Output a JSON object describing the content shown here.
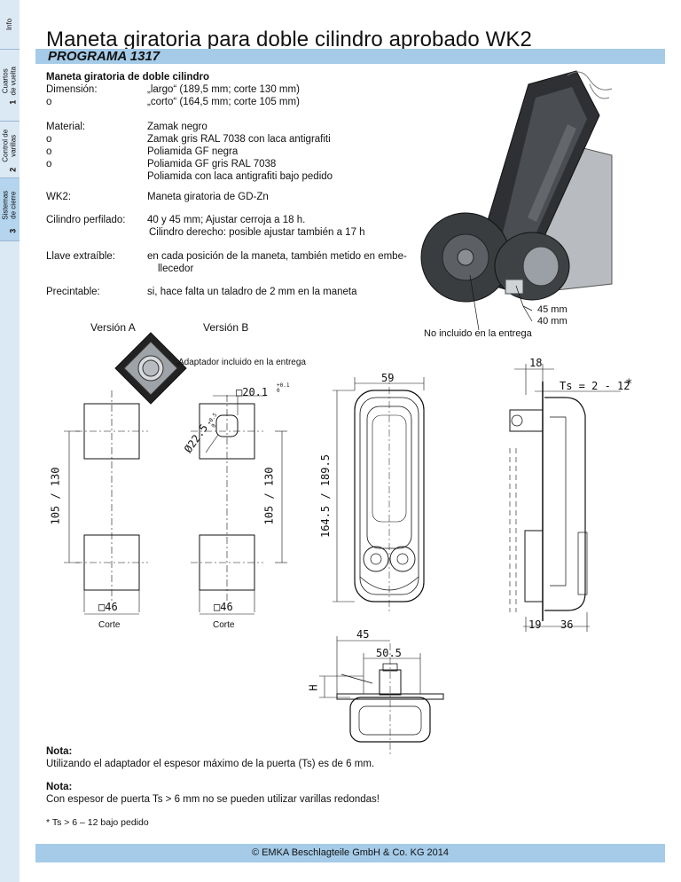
{
  "sidebar": {
    "info": "Info",
    "tab1": {
      "num": "1",
      "text": "Cuartos de vuelta"
    },
    "tab2": {
      "num": "2",
      "text": "Control de varillas"
    },
    "tab3": {
      "num": "3",
      "text": "Sistemas de cierre"
    }
  },
  "title": "Maneta giratoria para doble cilindro aprobado WK2",
  "program": "PROGRAMA 1317",
  "specs": {
    "heading": "Maneta giratoria de doble cilindro",
    "dimension_label": "Dimensión:",
    "dimension_val1": "„largo“ (189,5 mm; corte 130 mm)",
    "or1": "o",
    "dimension_val2": "„corto“ (164,5 mm; corte 105 mm)",
    "material_label": "Material:",
    "material_val1": "Zamak negro",
    "or2": "o",
    "material_val2": "Zamak gris RAL 7038 con laca antigrafiti",
    "or3": "o",
    "material_val3": "Poliamida GF negra",
    "or4": "o",
    "material_val4": "Poliamida GF gris RAL 7038",
    "material_val5": "Poliamida con laca antigrafiti bajo pedido",
    "wk2_label": "WK2:",
    "wk2_val": "Maneta giratoria de GD-Zn",
    "cyl_label": "Cilindro perfilado:",
    "cyl_val1": "40 y 45 mm; Ajustar cerroja a 18 h.",
    "cyl_val2": "Cilindro derecho: posible ajustar también a 17 h",
    "key_label": "Llave extraíble:",
    "key_val1": "en cada posición de la maneta, también metido en embe-",
    "key_val2": "llecedor",
    "seal_label": "Precintable:",
    "seal_val": "si, hace falta un taladro de 2 mm en la maneta"
  },
  "photo_labels": {
    "l45": "45 mm",
    "l40": "40 mm",
    "not_included": "No incluido en la entrega"
  },
  "drawing": {
    "version_a": "Versión A",
    "version_b": "Versión B",
    "adapter": "Adaptador incluido en la entrega",
    "sq20": "□20.1",
    "sq20_tol": "+0.1 0",
    "dia22": "Ø22.5",
    "dia22_tol": "+0.5 0",
    "dim_105_130": "105 / 130",
    "dim_105_130b": "105 / 130",
    "sq46a": "□46",
    "sq46b": "□46",
    "corte_a": "Corte",
    "corte_b": "Corte",
    "w59": "59",
    "h164": "164.5 / 189.5",
    "d18": "18",
    "ts": "Ts = 2 - 12",
    "star": "*",
    "d19": "19",
    "d36": "36",
    "d45": "45",
    "d50": "50.5",
    "h": "H"
  },
  "notes": {
    "n1_title": "Nota:",
    "n1_text": "Utilizando el adaptador el espesor máximo de la puerta (Ts) es de 6 mm.",
    "n2_title": "Nota:",
    "n2_text": "Con espesor de puerta Ts > 6 mm no se pueden utilizar varillas redondas!",
    "n3": "* Ts > 6 – 12 bajo pedido"
  },
  "footer": "© EMKA Beschlagteile GmbH & Co. KG 2014",
  "colors": {
    "band": "#a5cbe8",
    "sidebar": "#dbe9f5",
    "tab_active": "#b5d5ee"
  }
}
